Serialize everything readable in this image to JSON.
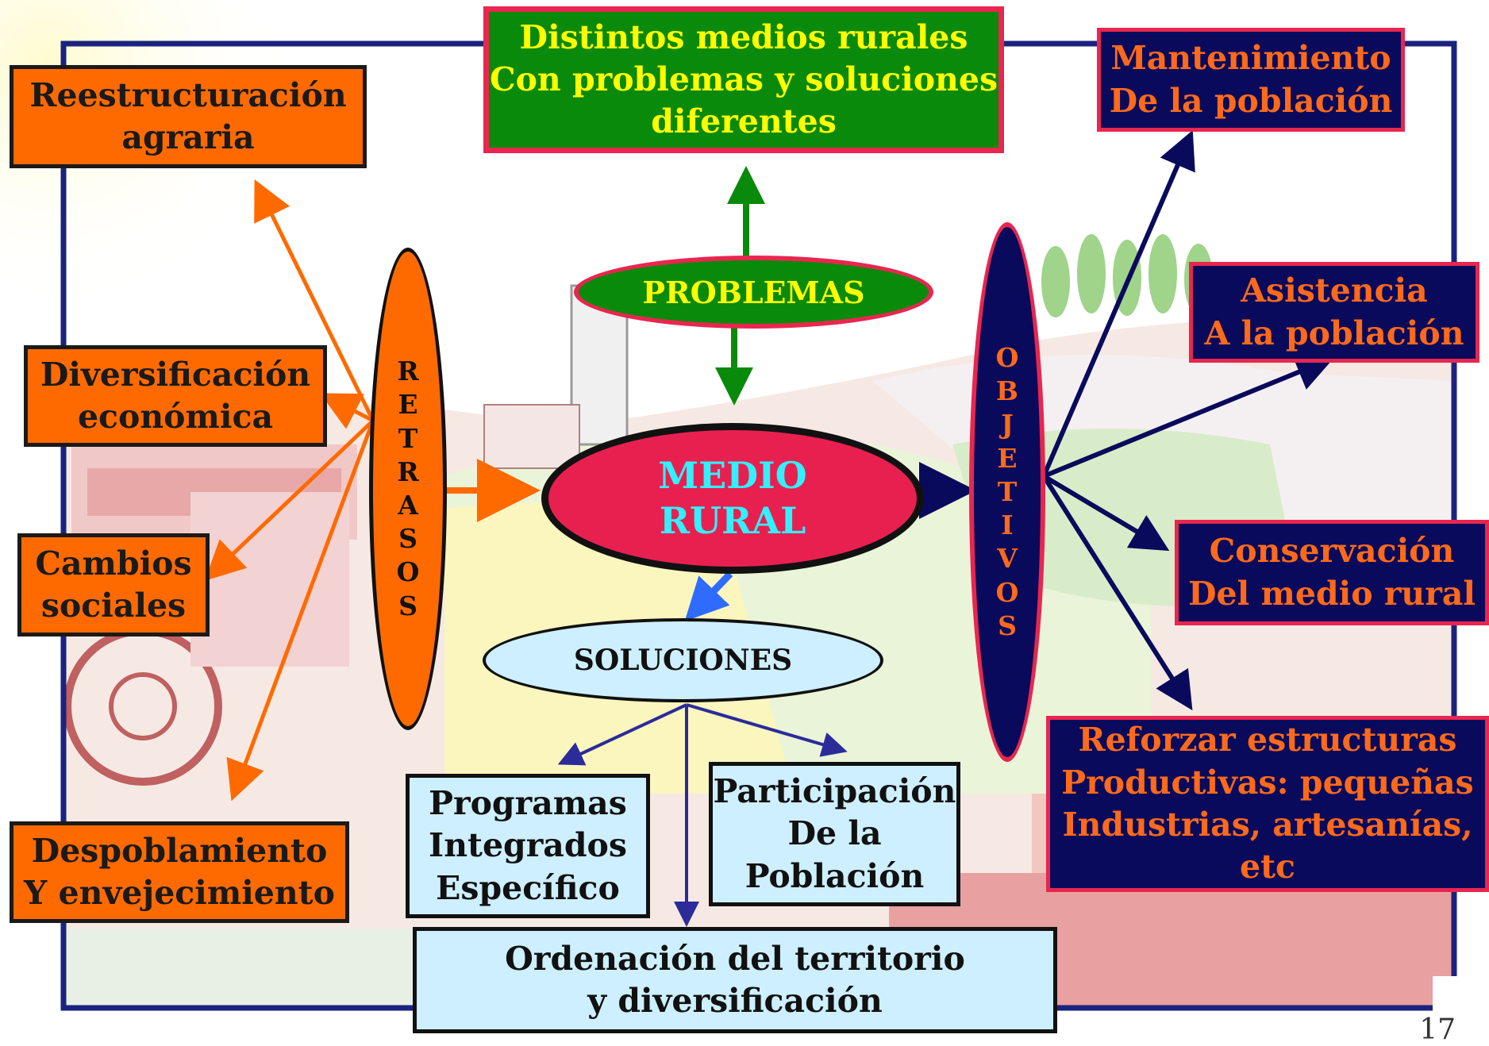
{
  "problemas_box": "Distintos medios rurales\nCon problemas y soluciones\ndiferentes",
  "problemas": "PROBLEMAS",
  "medio_rural": "MEDIO\nRURAL",
  "soluciones": "SOLUCIONES",
  "retrasos": "RETRASOS",
  "objetivos": "OBJETIVOS",
  "retrasos_items": [
    "Reestructuración\nagraria",
    "Diversificación\neconómica",
    "Cambios\nsociales",
    "Despoblamiento\nY envejecimiento"
  ],
  "objetivos_items": [
    "Mantenimiento\nDe la población",
    "Asistencia\nA la población",
    "Conservación\nDel medio rural",
    "Reforzar estructuras\nProductivas: pequeñas\nIndustrias, artesanías,\n   etc"
  ],
  "soluciones_items": [
    "Programas\nIntegrados\nEspecífico",
    "Participación\nDe la\nPoblación",
    "Ordenación del territorio\ny diversificación"
  ],
  "page_number": "17",
  "colors": {
    "orange": "#ff6a00",
    "navy": "#0a0a5c",
    "green": "#0a8a0a",
    "crimson": "#e8264f",
    "light_blue": "#cdefff",
    "cyan_text": "#33f0ff",
    "yellow_text": "#ffff00"
  }
}
